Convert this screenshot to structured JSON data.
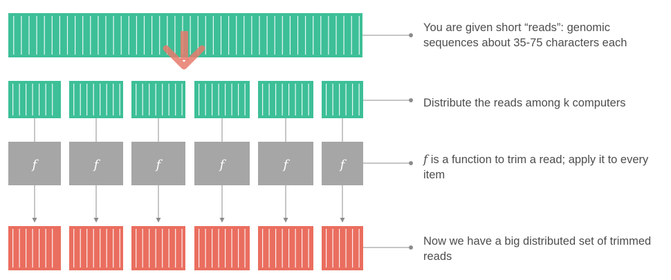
{
  "colors": {
    "input": "#3dbf97",
    "function": "#a6a6a6",
    "output": "#ea6e5f",
    "arrow": "#e87a6c",
    "connector": "#8c8c8c",
    "text": "#4d4d4d"
  },
  "steps": [
    {
      "id": "reads",
      "text": "You are given short “reads”: genomic sequences about  35-75 characters each"
    },
    {
      "id": "distribute",
      "text": "Distribute the reads among k computers"
    },
    {
      "id": "function",
      "symbol": "f",
      "text": " is a function to trim a read; apply it to every item"
    },
    {
      "id": "result",
      "text": "Now we have a big distributed set of trimmed reads"
    }
  ],
  "function_label": "f",
  "partitions": 6
}
